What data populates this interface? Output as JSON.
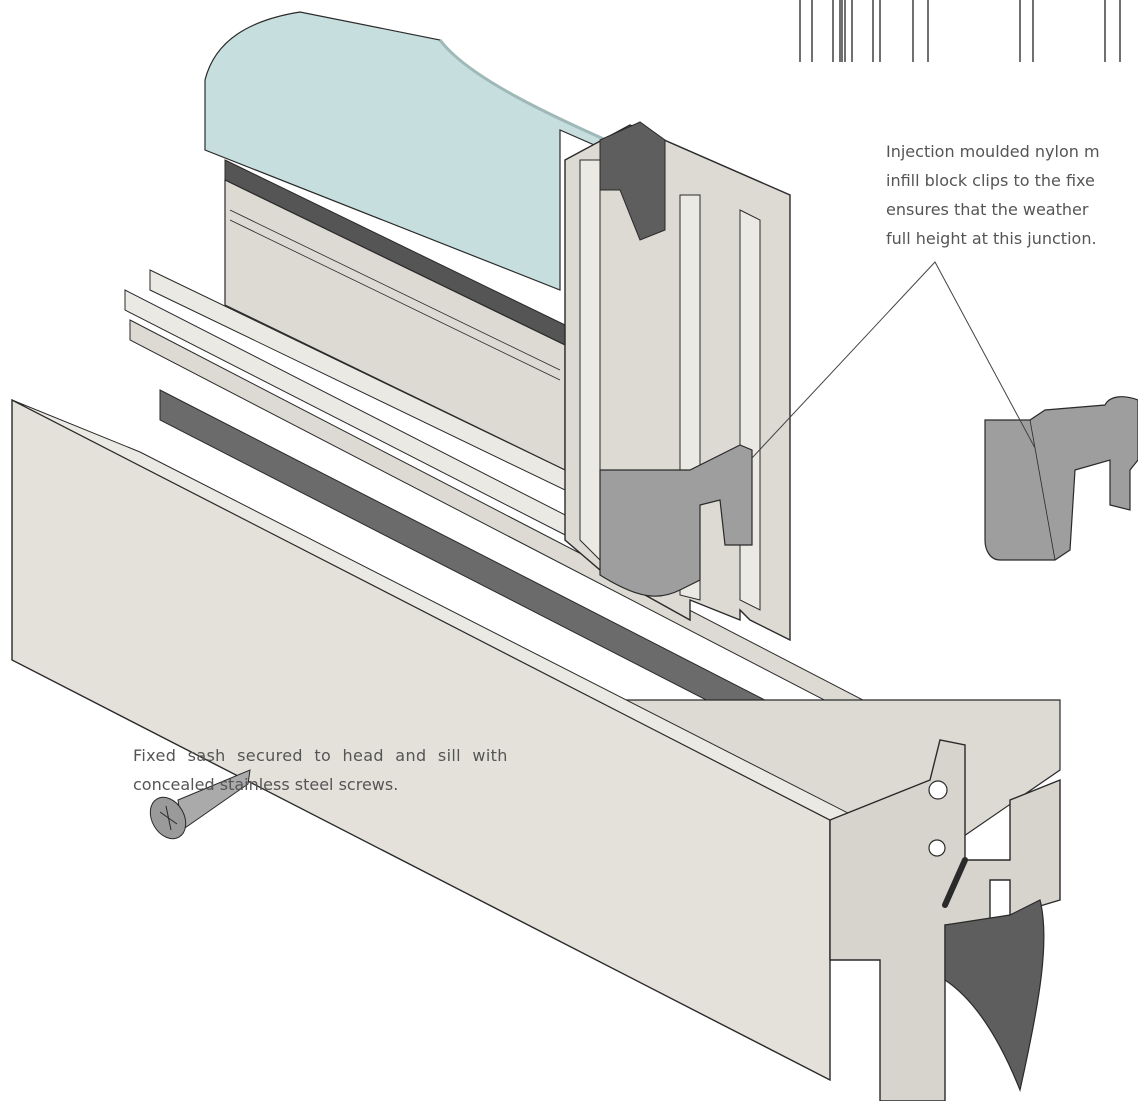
{
  "annotations": {
    "infill_block": {
      "lines": [
        "Injection moulded nylon m",
        "infill block clips to the fixe",
        "ensures that the weather",
        "full height at this junction."
      ]
    },
    "fixed_sash": {
      "lines": [
        "Fixed sash secured to head and sill with",
        "concealed stainless steel screws."
      ]
    }
  },
  "colors": {
    "aluminium": "#dcdad3",
    "aluminium_light": "#ebe9e3",
    "aluminium_dark": "#c8c6bf",
    "glass": "#c6dede",
    "gasket": "#6b6b6b",
    "nylon_block": "#9e9e9e",
    "outline": "#2a2a2a",
    "text": "#555555"
  },
  "icons": [
    "screw-icon",
    "nylon-infill-block-icon",
    "barcode-graphic"
  ]
}
